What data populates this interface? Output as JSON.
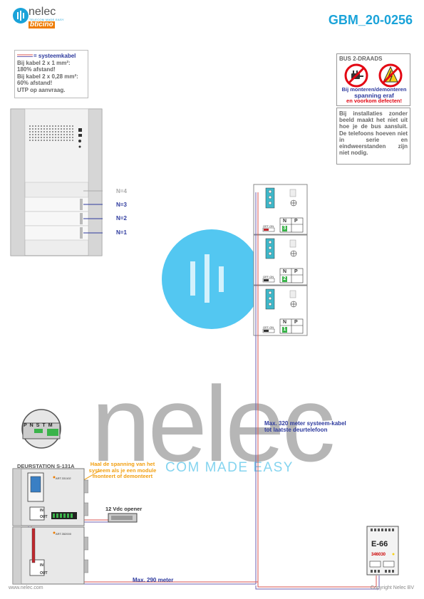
{
  "header": {
    "brand": "nelec",
    "brand_tagline": "TELECOM MADE EASY",
    "sub_brand": "bticino",
    "doc_id": "GBM_20-0256"
  },
  "legend": {
    "title": "= systeemkabel",
    "line1": "Bij kabel 2 x 1 mm²:",
    "line2": "180% afstand!",
    "line3": "Bij kabel 2 x 0,28 mm²:",
    "line4": "60% afstand!",
    "line5": "UTP op aanvraag."
  },
  "warning": {
    "title": "BUS 2-DRAADS",
    "line1": "Bij monteren/demonteren",
    "line2": "spanning eraf",
    "line3": "en voorkom defecten!"
  },
  "info": {
    "text": "Bij installaties zonder beeld maakt het niet uit hoe je de bus aansluit. De telefoons hoeven niet in serie en eindweerstanden zijn niet nodig."
  },
  "panel_labels": {
    "n4": "N=4",
    "n3": "N=3",
    "n2": "N=2",
    "n1": "N=1"
  },
  "phones": {
    "n_label": "N",
    "p_label": "P",
    "off_on": "OFF ON",
    "units": [
      {
        "number": "3"
      },
      {
        "number": "2"
      },
      {
        "number": "1"
      }
    ]
  },
  "door_station": {
    "title": "DEURSTATION S-131A",
    "terminals": [
      "P",
      "N",
      "S",
      "T",
      "M"
    ],
    "module_code_top": "ART.331102",
    "module_code_bottom": "ART.352000",
    "in_label": "IN",
    "out_label": "OUT"
  },
  "notes": {
    "orange": "Haal de spanning van het systeem als je een module monteert of demonteert",
    "opener": "12 Vdc opener",
    "max320": "Max. 320 meter systeem-kabel tot laatste deurtelefoon",
    "max290": "Max. 290 meter"
  },
  "power_supply": {
    "label": "E-66",
    "number": "346030"
  },
  "watermark": {
    "word": "nelec",
    "slogan": "COM MADE EASY"
  },
  "footer": {
    "left": "www.nelec.com",
    "right": "Copyright Nelec BV"
  },
  "colors": {
    "accent_blue": "#1aa3d9",
    "text_blue": "#2d3a9e",
    "warning_red": "#e30613",
    "bus_orange": "#f2a012",
    "cable_purple": "#6d5fb0",
    "cable_red": "#d9534f",
    "terminal_green": "#3ab34a"
  }
}
